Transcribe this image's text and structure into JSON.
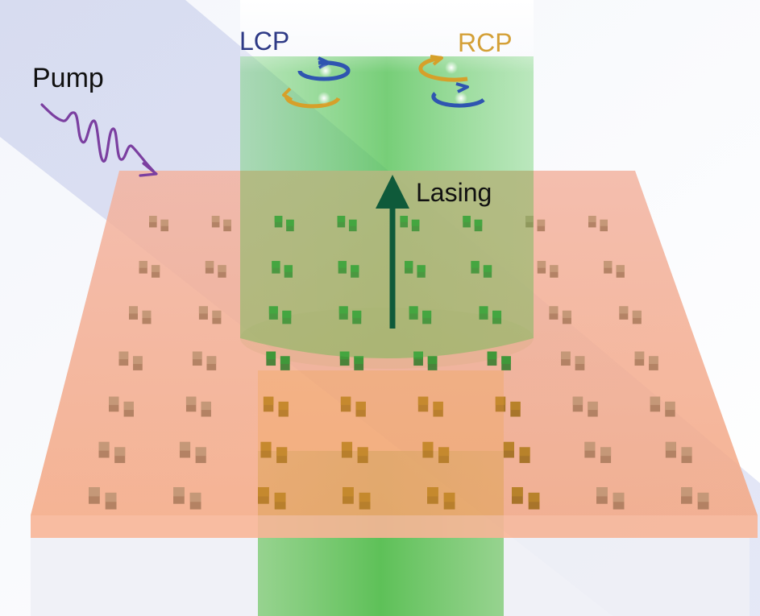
{
  "labels": {
    "pump": "Pump",
    "lcp": "LCP",
    "rcp": "RCP",
    "lasing": "Lasing"
  },
  "colors": {
    "pump_wave": "#7b3fa0",
    "lcp_text": "#2e3a86",
    "rcp_text": "#d4a037",
    "lasing_arrow": "#0f5a3a",
    "beam_green": "#4cc04c",
    "slab_orange": "#f3a47d",
    "pillar_brown": "#b07a50",
    "circular_blue": "#2f55b0",
    "circular_gold": "#d6a02a"
  },
  "icons": {
    "pump": "wavy-arrow-icon",
    "lasing": "up-arrow-icon",
    "polarization": "circular-arrow-icon"
  }
}
